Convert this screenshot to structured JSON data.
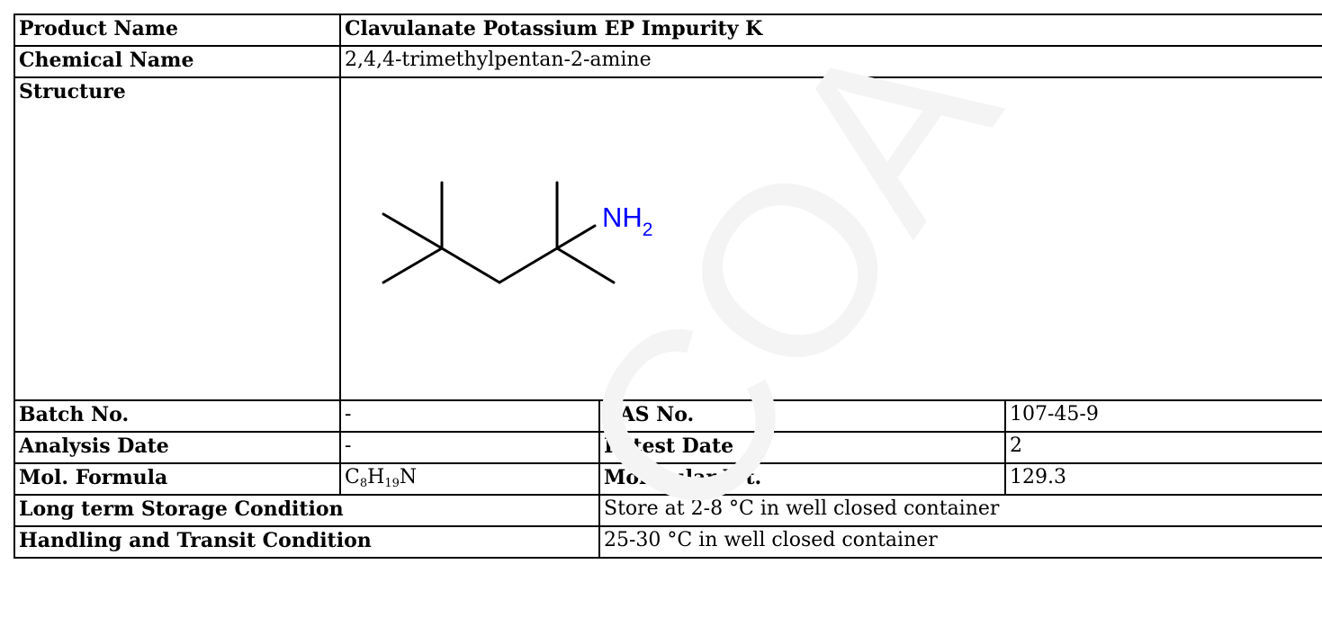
{
  "product": {
    "label": "Product Name",
    "value": "Clavulanate Potassium EP Impurity K"
  },
  "chemical_name": {
    "label": "Chemical Name",
    "value": "2,4,4-trimethylpentan-2-amine"
  },
  "structure": {
    "label": "Structure",
    "group_symbol": "NH",
    "group_subscript": "2",
    "group_color": "#0000ff"
  },
  "batch": {
    "label": "Batch No.",
    "value": "-"
  },
  "cas": {
    "label": "CAS No.",
    "value": "107-45-9"
  },
  "analysis_date": {
    "label": "Analysis Date",
    "value": "-"
  },
  "retest_date": {
    "label": "Retest Date",
    "value": "2"
  },
  "formula": {
    "label": "Mol. Formula",
    "c": "C",
    "c_count": "8",
    "h": "H",
    "h_count": "19",
    "n": "N"
  },
  "molecular_weight": {
    "label": "Molecular Wt.",
    "value": "129.3"
  },
  "long_term_storage": {
    "label": "Long term Storage Condition",
    "value": "Store at 2-8 °C in well closed container"
  },
  "handling": {
    "label": "Handling and Transit Condition",
    "value": "25-30 °C in well closed container"
  },
  "watermark": {
    "text": "COA",
    "color": "#f4f4f4"
  }
}
